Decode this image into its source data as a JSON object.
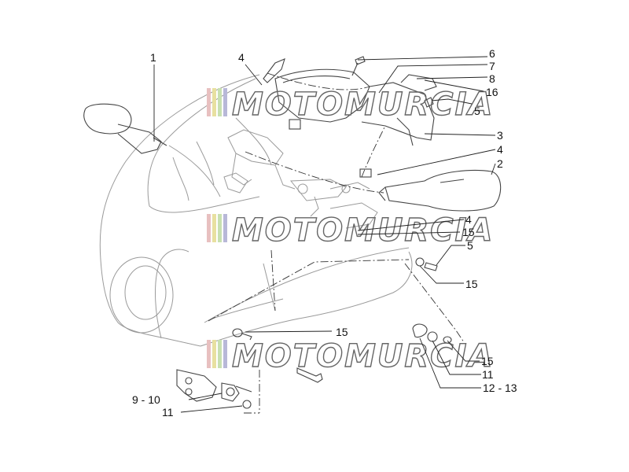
{
  "watermark": {
    "text": "MOTOMURCIA",
    "stripe_colors": [
      "#e8c0c0",
      "#e8e0a0",
      "#c8e0b0",
      "#b8b8d8",
      "#e0a0a0"
    ]
  },
  "callouts": [
    {
      "id": "c1",
      "label": "1"
    },
    {
      "id": "c4a",
      "label": "4"
    },
    {
      "id": "c6",
      "label": "6"
    },
    {
      "id": "c7",
      "label": "7"
    },
    {
      "id": "c8",
      "label": "8"
    },
    {
      "id": "c16",
      "label": "16"
    },
    {
      "id": "c5a",
      "label": "5"
    },
    {
      "id": "c3",
      "label": "3"
    },
    {
      "id": "c4b",
      "label": "4"
    },
    {
      "id": "c2",
      "label": "2"
    },
    {
      "id": "c4c",
      "label": "4"
    },
    {
      "id": "c15a",
      "label": "15"
    },
    {
      "id": "c5b",
      "label": "5"
    },
    {
      "id": "c15b",
      "label": "15"
    },
    {
      "id": "c15c",
      "label": "15"
    },
    {
      "id": "c15d",
      "label": "15"
    },
    {
      "id": "c11a",
      "label": "11"
    },
    {
      "id": "c1213",
      "label": "12 - 13"
    },
    {
      "id": "c910",
      "label": "9 - 10"
    },
    {
      "id": "c11b",
      "label": "11"
    }
  ]
}
